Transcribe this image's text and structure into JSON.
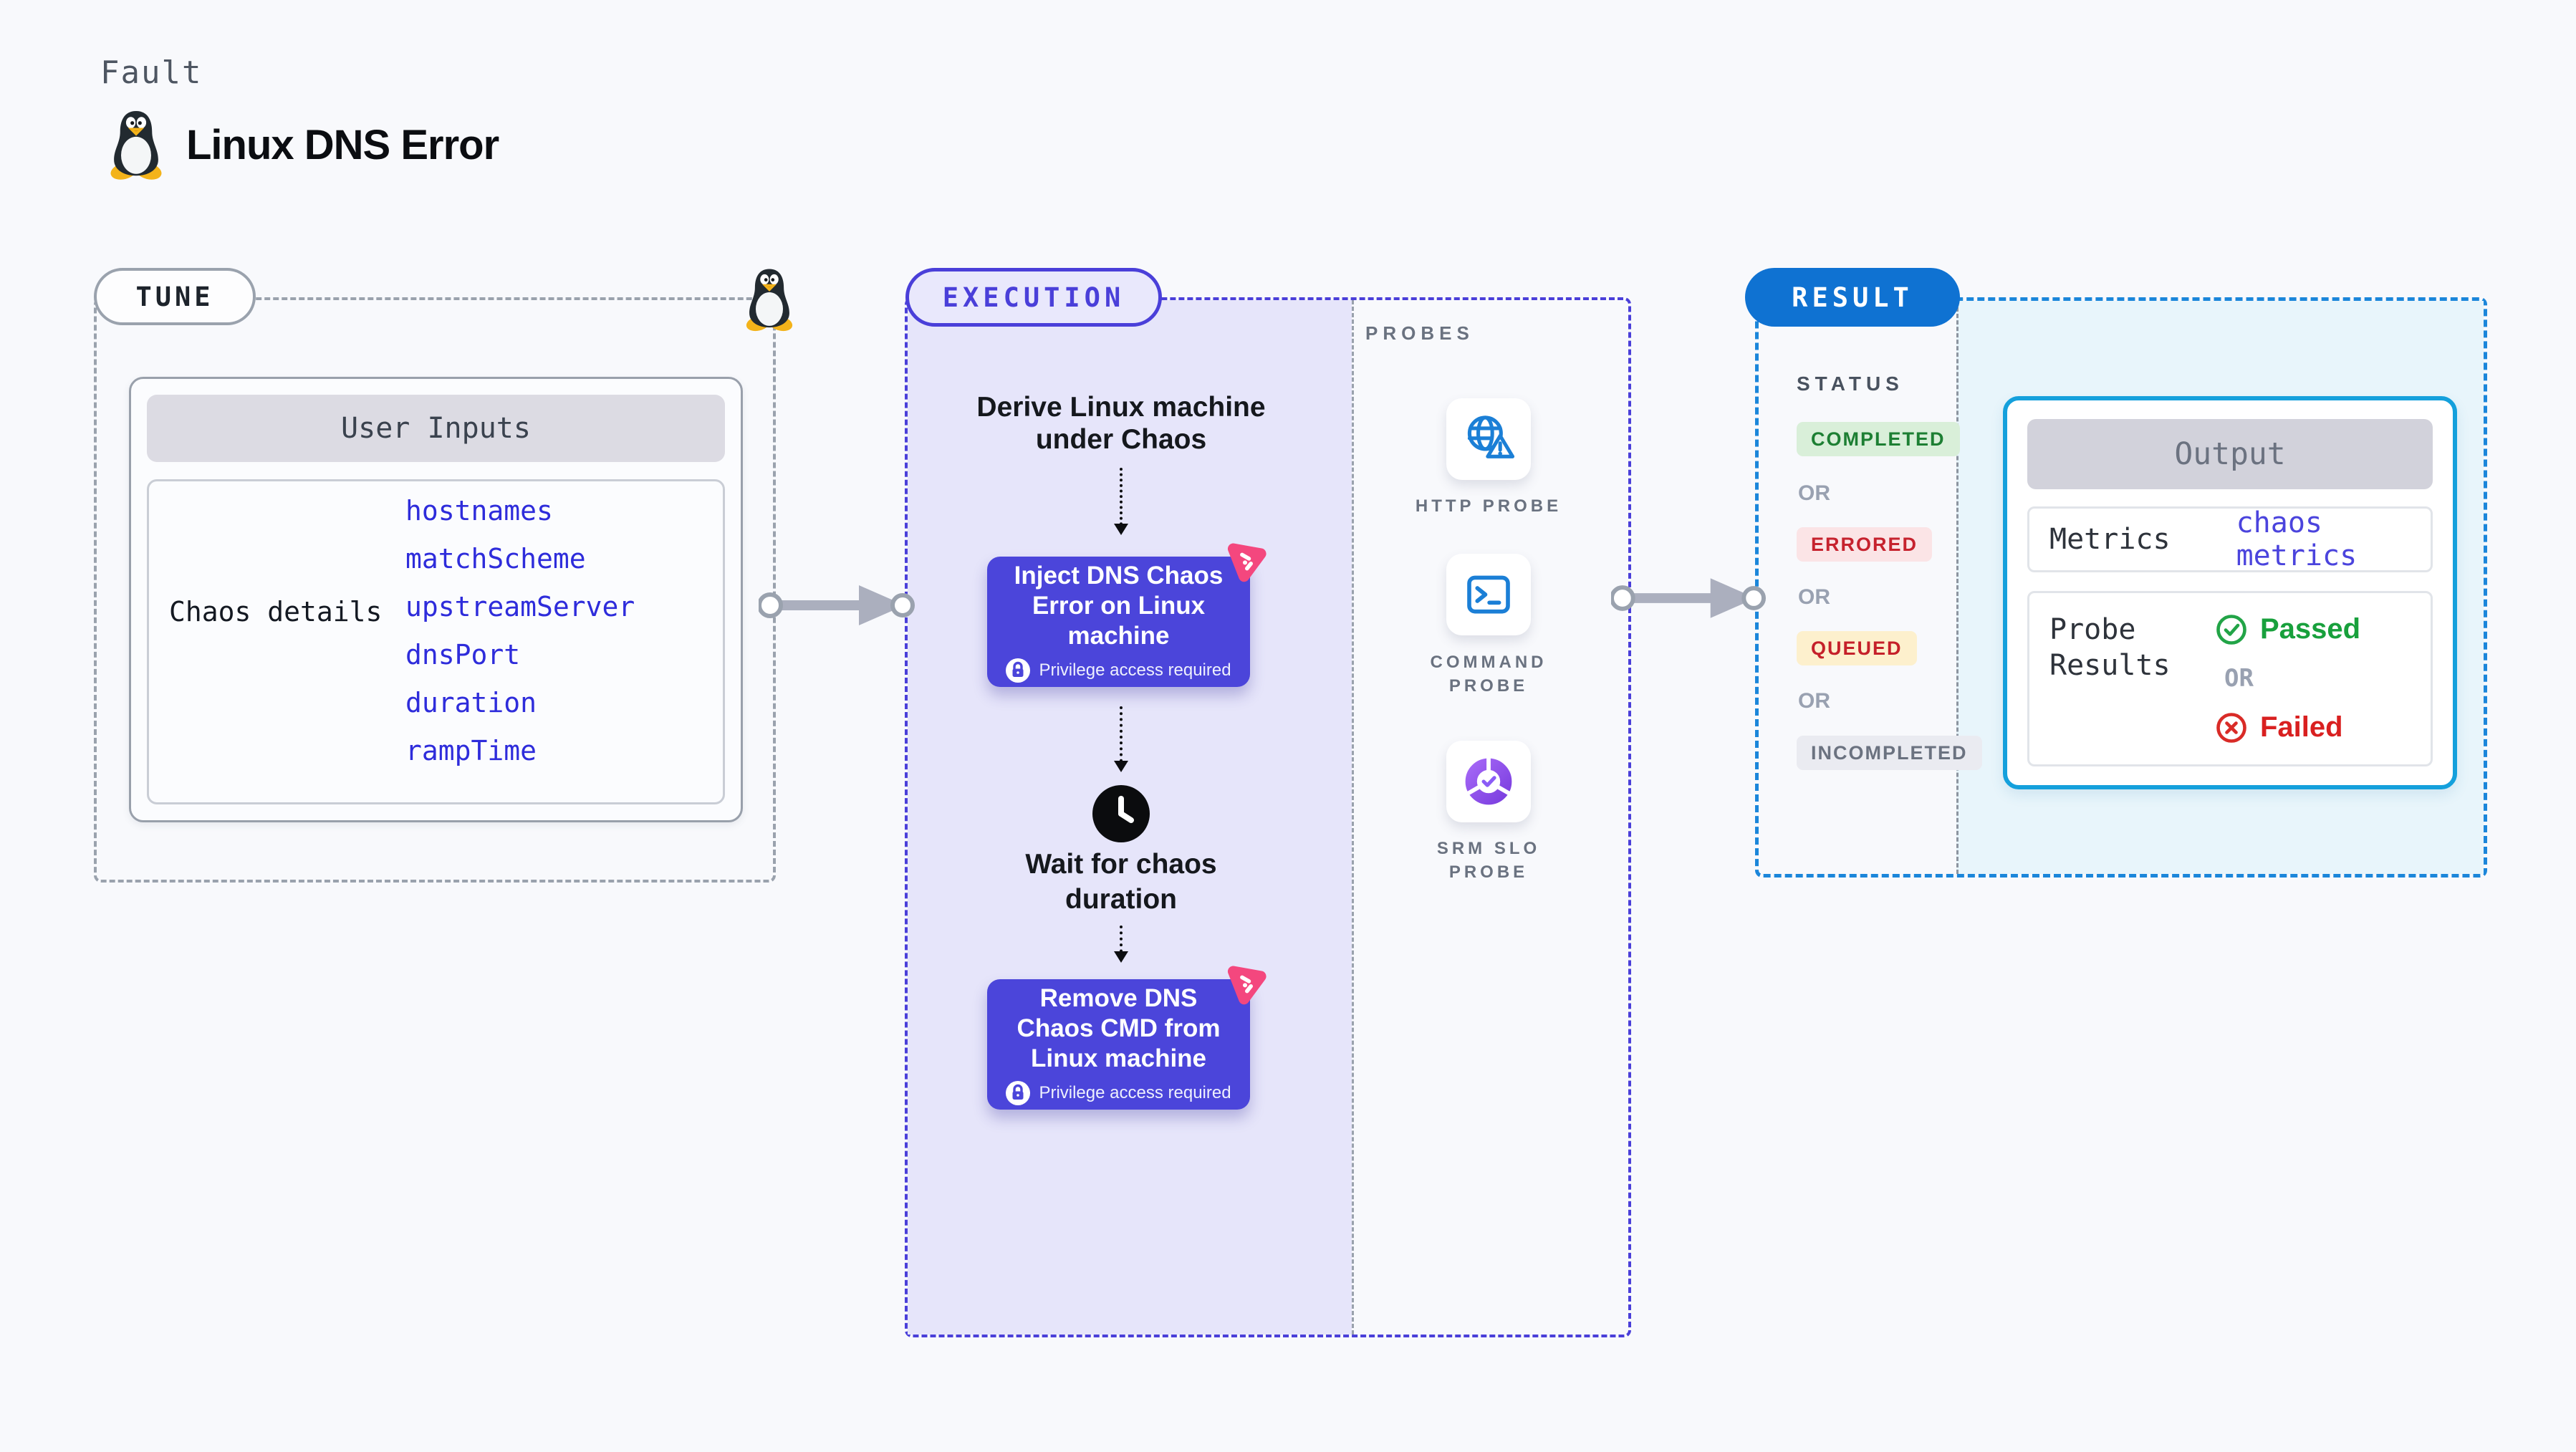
{
  "header": {
    "kicker": "Fault",
    "title": "Linux DNS Error"
  },
  "tune": {
    "label": "TUNE",
    "user_inputs": {
      "title": "User Inputs",
      "row_label": "Chaos details",
      "fields": [
        "hostnames",
        "matchScheme",
        "upstreamServer",
        "dnsPort",
        "duration",
        "rampTime"
      ]
    }
  },
  "execution": {
    "label": "EXECUTION",
    "step_derive": "Derive Linux machine under Chaos",
    "step_inject": "Inject DNS Chaos Error on Linux machine",
    "step_wait": "Wait for chaos duration",
    "step_remove": "Remove DNS Chaos CMD from Linux machine",
    "privilege_note": "Privilege access required"
  },
  "probes": {
    "label": "PROBES",
    "items": [
      {
        "name": "HTTP PROBE",
        "icon": "globe-alert-icon"
      },
      {
        "name": "COMMAND PROBE",
        "icon": "terminal-icon"
      },
      {
        "name": "SRM SLO PROBE",
        "icon": "slo-donut-icon"
      }
    ]
  },
  "result": {
    "label": "RESULT",
    "status": {
      "heading": "STATUS",
      "completed": "COMPLETED",
      "errored": "ERRORED",
      "queued": "QUEUED",
      "incompleted": "INCOMPLETED",
      "or": "OR"
    },
    "output": {
      "title": "Output",
      "metrics_label": "Metrics",
      "metrics_value": "chaos metrics",
      "probe_results_label": "Probe Results",
      "passed": "Passed",
      "or": "OR",
      "failed": "Failed"
    }
  },
  "colors": {
    "page_bg": "#f8f9fc",
    "tune_dash": "#9aa2ad",
    "execution_accent": "#4a3fd9",
    "execution_panel_bg": "#e6e5fa",
    "action_box_bg": "#4b45da",
    "result_dash": "#1b86da",
    "result_pill_bg": "#0f72d2",
    "result_panel_bg": "#e8f5fb",
    "output_border": "#14a0dc",
    "probe_icon_blue": "#1b7fd6",
    "srm_purple": "#8b5cf6",
    "chaos_pink": "#f4477e",
    "field_blue": "#2e2cdb",
    "passed_green": "#18a03c",
    "failed_red": "#d92020"
  }
}
